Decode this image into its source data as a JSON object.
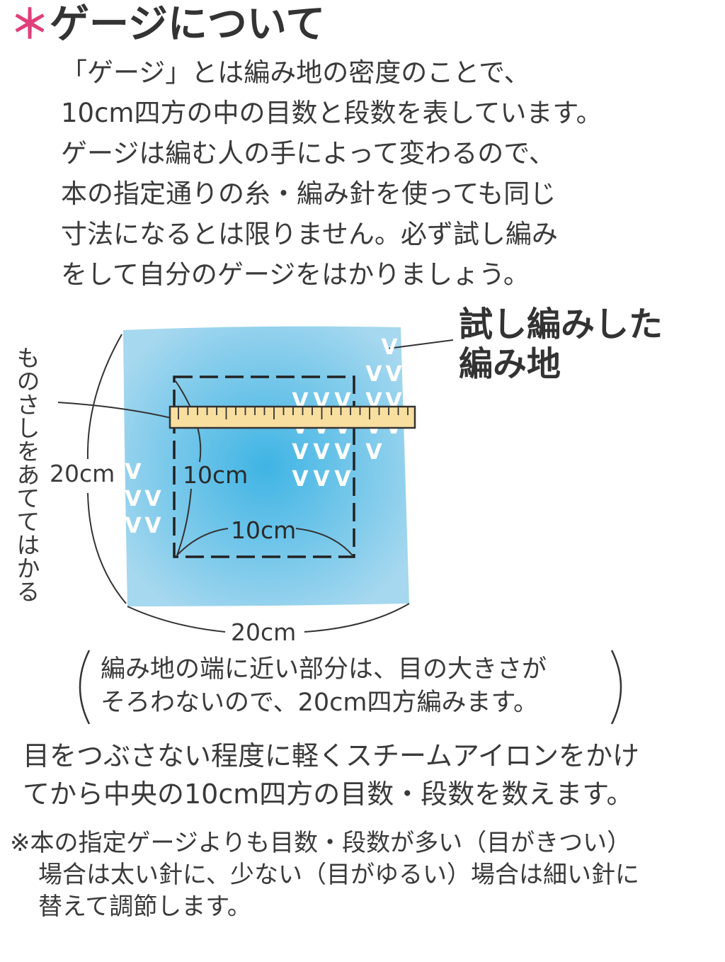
{
  "heading": {
    "asterisk": "＊",
    "title": "ゲージについて"
  },
  "intro": {
    "lines": [
      "「ゲージ」とは編み地の密度のことで、",
      "10cm四方の中の目数と段数を表しています。",
      "ゲージは編む人の手によって変わるので、",
      "本の指定通りの糸・編み針を使っても同じ",
      "寸法になるとは限りません。必ず試し編み",
      "をして自分のゲージをはかりましょう。"
    ]
  },
  "diagram": {
    "swatch_caption": [
      "試し編みした",
      "編み地"
    ],
    "side_label": "ものさしをあててはかる",
    "height_label": "20cm",
    "width_label": "20cm",
    "inner_height_label": "10cm",
    "inner_width_label": "10cm",
    "stitch_glyph": "V",
    "colors": {
      "swatch_edge": "#a6d8ef",
      "swatch_center": "#3fb4e4",
      "ruler_fill": "#f8dfa0",
      "ruler_stroke": "#333333",
      "asterisk": "#e0407a"
    }
  },
  "mid_note": {
    "lines": [
      "編み地の端に近い部分は、目の大きさが",
      "そろわないので、20cm四方編みます。"
    ]
  },
  "footer": {
    "lines": [
      "目をつぶさない程度に軽くスチームアイロンをかけ",
      "てから中央の10cm四方の目数・段数を数えます。"
    ]
  },
  "note": {
    "lines": [
      "※本の指定ゲージよりも目数・段数が多い（目がきつい）",
      "場合は太い針に、少ない（目がゆるい）場合は細い針に",
      "替えて調節します。"
    ]
  }
}
